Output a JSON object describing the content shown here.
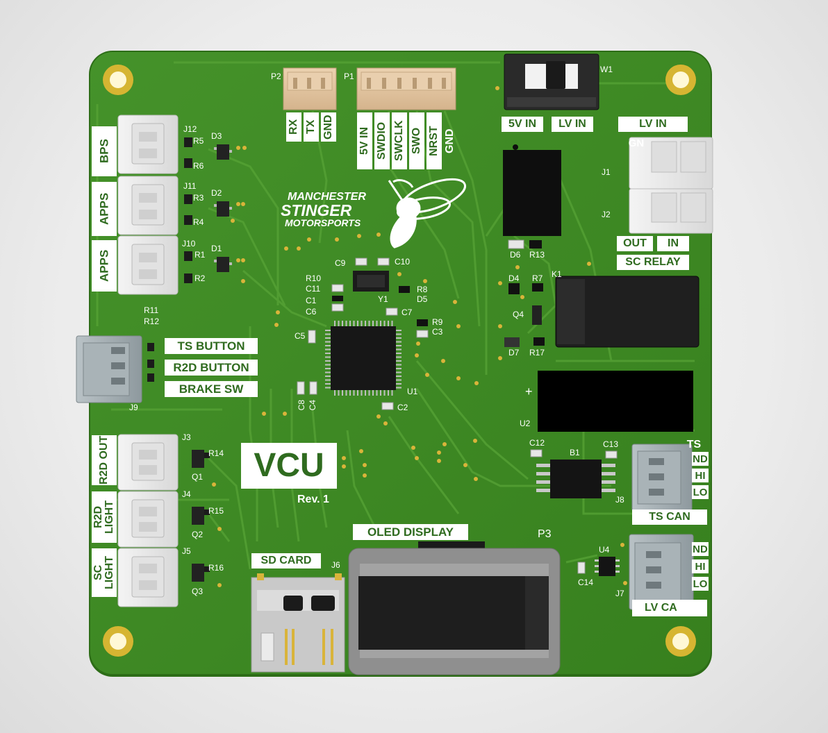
{
  "board": {
    "title": "VCU",
    "revision": "Rev. 1",
    "colors": {
      "pcb": "#3e8a22",
      "pcb_edge": "#2f7018",
      "trace": "#4c9a2e",
      "silk": "#ffffff",
      "silk_text": "#2f6b1f",
      "pad": "#d9b43a"
    }
  },
  "logo": {
    "line1": "MANCHESTER",
    "line2": "STINGER",
    "line3": "MOTORSPORTS",
    "icon": "bee-icon"
  },
  "connector_labels": {
    "bps": "BPS",
    "apps1": "APPS",
    "apps2": "APPS",
    "ts_button": "TS BUTTON",
    "r2d_button": "R2D BUTTON",
    "brake_sw": "BRAKE SW",
    "r2d_out": "R2D OUT",
    "r2d_light": "R2D LIGHT",
    "sc_light": "SC LIGHT",
    "sd_card": "SD CARD",
    "oled_display": "OLED DISPLAY",
    "lv_in": "LV IN",
    "out": "OUT",
    "in": "IN",
    "sc_relay": "SC RELAY",
    "sw_5v_in": "5V IN",
    "sw_lv_in": "LV IN",
    "ts_can": "TS CAN",
    "ts": "TS",
    "gnd_partial": "GN",
    "gnd_tail": "ND",
    "hi_tail": "HI",
    "lo_tail": "LO",
    "lv_can_partial": "LV CA"
  },
  "header_pins": {
    "p2": [
      "RX",
      "TX",
      "GND"
    ],
    "p1": [
      "5V IN",
      "SWDIO",
      "SWCLK",
      "SWO",
      "NRST",
      "GND"
    ]
  },
  "refdes": {
    "P2": "P2",
    "P1": "P1",
    "W1": "W1",
    "J12": "J12",
    "J11": "J11",
    "J10": "J10",
    "R5": "R5",
    "R6": "R6",
    "R3": "R3",
    "R4": "R4",
    "R1": "R1",
    "R2": "R2",
    "D3": "D3",
    "D2": "D2",
    "D1": "D1",
    "R11": "R11",
    "R12": "R12",
    "J9": "J9",
    "J3": "J3",
    "J4": "J4",
    "J5": "J5",
    "R14": "R14",
    "R15": "R15",
    "R16": "R16",
    "Q1": "Q1",
    "Q2": "Q2",
    "Q3": "Q3",
    "J6": "J6",
    "P3": "P3",
    "J1": "J1",
    "J2": "J2",
    "D6": "D6",
    "R13": "R13",
    "D4": "D4",
    "R7": "R7",
    "K1": "K1",
    "Q4": "Q4",
    "D7": "D7",
    "R17": "R17",
    "U2": "U2",
    "C12": "C12",
    "B1": "B1",
    "C13": "C13",
    "J8": "J8",
    "U4": "U4",
    "C14": "C14",
    "J7": "J7",
    "C9": "C9",
    "C10": "C10",
    "R10": "R10",
    "C11": "C11",
    "C1": "C1",
    "C6": "C6",
    "Y1": "Y1",
    "R8": "R8",
    "D5": "D5",
    "C7": "C7",
    "R9": "R9",
    "C3": "C3",
    "C5": "C5",
    "U1": "U1",
    "C8": "C8",
    "C4": "C4",
    "C2": "C2"
  }
}
